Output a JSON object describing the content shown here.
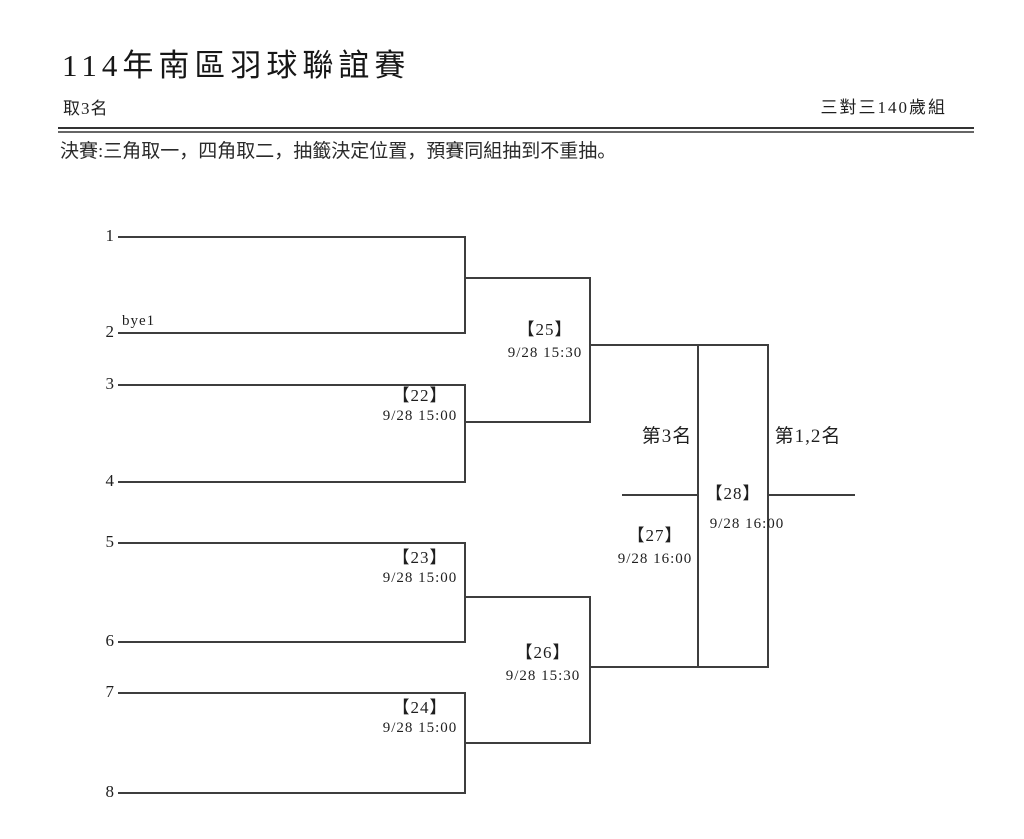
{
  "style": {
    "ink": "#1f1f1f",
    "line": "#3e3e3e",
    "background": "#ffffff"
  },
  "header": {
    "title": "114年南區羽球聯誼賽",
    "qualifier": "取3名",
    "group": "三對三140歲組",
    "note": "決賽:三角取一，四角取二，抽籤決定位置，預賽同組抽到不重抽。"
  },
  "bracket": {
    "teams": [
      {
        "seed": "1",
        "note": ""
      },
      {
        "seed": "2",
        "note": "bye1"
      },
      {
        "seed": "3",
        "note": ""
      },
      {
        "seed": "4",
        "note": ""
      },
      {
        "seed": "5",
        "note": ""
      },
      {
        "seed": "6",
        "note": ""
      },
      {
        "seed": "7",
        "note": ""
      },
      {
        "seed": "8",
        "note": ""
      }
    ],
    "matches": [
      {
        "id": "【22】",
        "time": "9/28 15:00",
        "round": "first round",
        "pairing": "3 vs 4"
      },
      {
        "id": "【23】",
        "time": "9/28 15:00",
        "round": "first round",
        "pairing": "5 vs 6"
      },
      {
        "id": "【24】",
        "time": "9/28 15:00",
        "round": "first round",
        "pairing": "7 vs 8"
      },
      {
        "id": "【25】",
        "time": "9/28 15:30",
        "round": "semifinal",
        "pairing": "1 (bye) vs winner of 22"
      },
      {
        "id": "【26】",
        "time": "9/28 15:30",
        "round": "semifinal",
        "pairing": "winner of 23 vs winner of 24"
      },
      {
        "id": "【27】",
        "time": "9/28 16:00",
        "round": "third place match",
        "pairing": "losers of 25 / 26"
      },
      {
        "id": "【28】",
        "time": "9/28 16:00",
        "round": "final",
        "pairing": "winners of 25 / 26"
      }
    ],
    "place_labels": {
      "third": "第3名",
      "first_second": "第1,2名"
    }
  }
}
